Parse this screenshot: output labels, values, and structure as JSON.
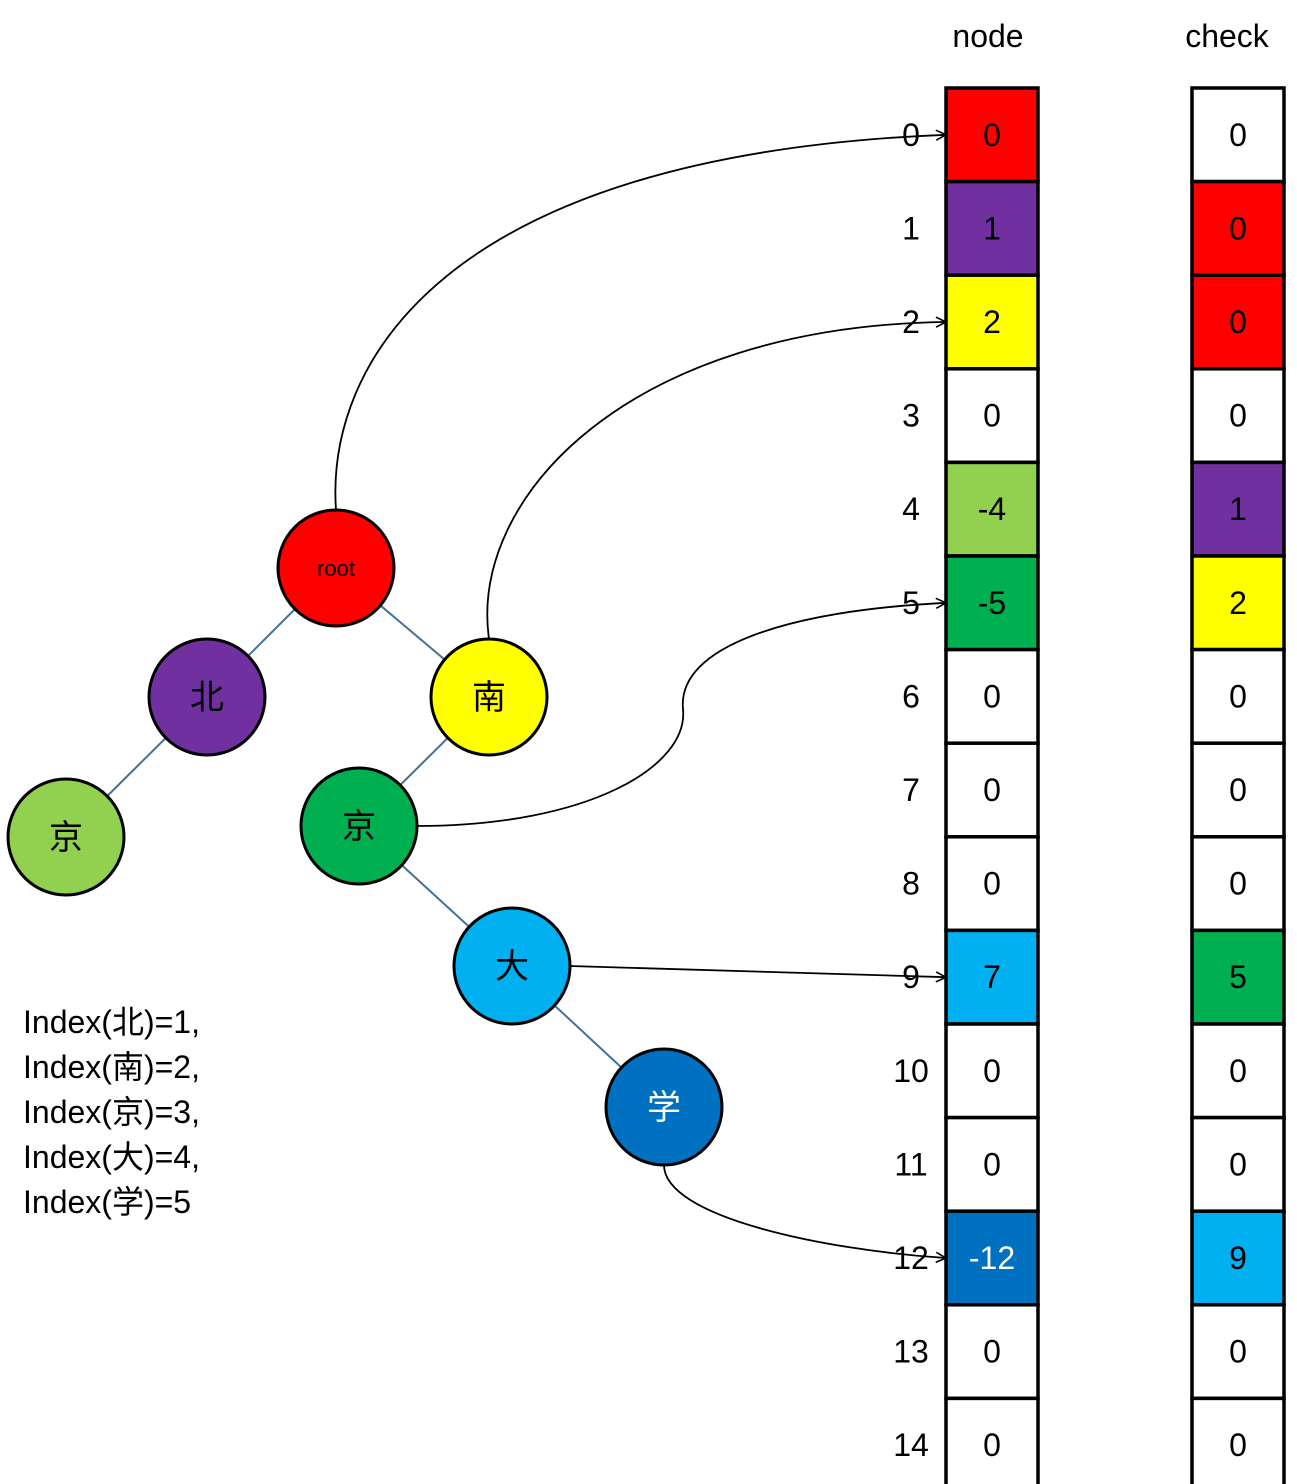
{
  "colors": {
    "red": "#ff0000",
    "purple": "#7030a0",
    "yellow": "#ffff00",
    "white": "#ffffff",
    "lightgreen": "#92d050",
    "green": "#00b050",
    "lightblue": "#00b0f0",
    "blue": "#0070c0",
    "edge": "#41719c",
    "link": "#000000"
  },
  "headers": {
    "node": "node",
    "check": "check"
  },
  "rows": [
    {
      "index": "0",
      "node": "0",
      "node_color": "red",
      "check": "0",
      "check_color": "white"
    },
    {
      "index": "1",
      "node": "1",
      "node_color": "purple",
      "check": "0",
      "check_color": "red"
    },
    {
      "index": "2",
      "node": "2",
      "node_color": "yellow",
      "check": "0",
      "check_color": "red"
    },
    {
      "index": "3",
      "node": "0",
      "node_color": "white",
      "check": "0",
      "check_color": "white"
    },
    {
      "index": "4",
      "node": "-4",
      "node_color": "lightgreen",
      "check": "1",
      "check_color": "purple"
    },
    {
      "index": "5",
      "node": "-5",
      "node_color": "green",
      "check": "2",
      "check_color": "yellow"
    },
    {
      "index": "6",
      "node": "0",
      "node_color": "white",
      "check": "0",
      "check_color": "white"
    },
    {
      "index": "7",
      "node": "0",
      "node_color": "white",
      "check": "0",
      "check_color": "white"
    },
    {
      "index": "8",
      "node": "0",
      "node_color": "white",
      "check": "0",
      "check_color": "white"
    },
    {
      "index": "9",
      "node": "7",
      "node_color": "lightblue",
      "check": "5",
      "check_color": "green"
    },
    {
      "index": "10",
      "node": "0",
      "node_color": "white",
      "check": "0",
      "check_color": "white"
    },
    {
      "index": "11",
      "node": "0",
      "node_color": "white",
      "check": "0",
      "check_color": "white"
    },
    {
      "index": "12",
      "node": "-12",
      "node_color": "blue",
      "check": "9",
      "check_color": "lightblue"
    },
    {
      "index": "13",
      "node": "0",
      "node_color": "white",
      "check": "0",
      "check_color": "white"
    },
    {
      "index": "14",
      "node": "0",
      "node_color": "white",
      "check": "0",
      "check_color": "white"
    }
  ],
  "tree": {
    "nodes": [
      {
        "id": "root",
        "label": "root",
        "color": "red"
      },
      {
        "id": "bei",
        "label": "北",
        "color": "purple"
      },
      {
        "id": "nan",
        "label": "南",
        "color": "yellow"
      },
      {
        "id": "bei-jing",
        "label": "京",
        "color": "lightgreen"
      },
      {
        "id": "nan-jing",
        "label": "京",
        "color": "green"
      },
      {
        "id": "da",
        "label": "大",
        "color": "lightblue"
      },
      {
        "id": "xue",
        "label": "学",
        "color": "blue"
      }
    ],
    "edges": [
      [
        "root",
        "bei"
      ],
      [
        "root",
        "nan"
      ],
      [
        "bei",
        "bei-jing"
      ],
      [
        "nan",
        "nan-jing"
      ],
      [
        "nan-jing",
        "da"
      ],
      [
        "da",
        "xue"
      ]
    ],
    "links": [
      {
        "from": "root",
        "to_row": 0
      },
      {
        "from": "nan",
        "to_row": 2
      },
      {
        "from": "nan-jing",
        "to_row": 5
      },
      {
        "from": "da",
        "to_row": 9
      },
      {
        "from": "xue",
        "to_row": 12
      }
    ]
  },
  "legend": [
    "Index(北)=1,",
    "Index(南)=2,",
    "Index(京)=3,",
    "Index(大)=4,",
    "Index(学)=5"
  ]
}
